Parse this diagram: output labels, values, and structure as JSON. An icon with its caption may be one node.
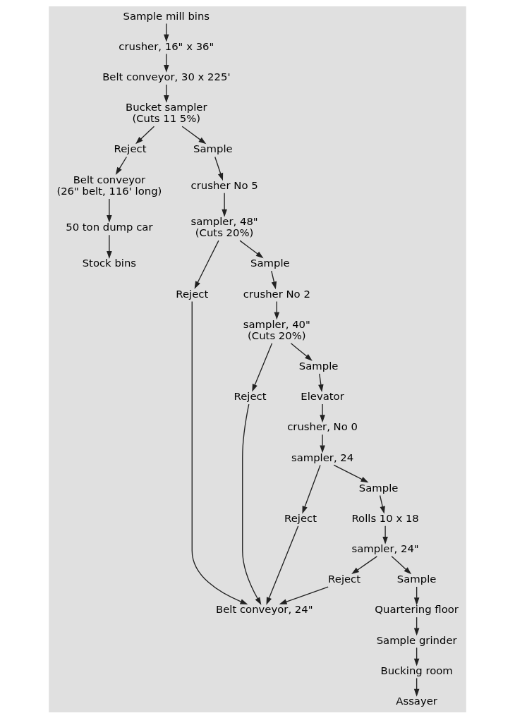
{
  "diagram": {
    "nodes": [
      {
        "text": [
          "Sample mill bins"
        ]
      },
      {
        "text": [
          "crusher, 16\" x 36\""
        ]
      },
      {
        "text": [
          "Belt conveyor, 30 x 225'"
        ]
      },
      {
        "text": [
          "Bucket sampler",
          "(Cuts 11 5%)"
        ]
      },
      {
        "text": [
          "Reject"
        ]
      },
      {
        "text": [
          "Sample"
        ]
      },
      {
        "text": [
          "Belt conveyor",
          "(26\" belt, 116' long)"
        ]
      },
      {
        "text": [
          "crusher No 5"
        ]
      },
      {
        "text": [
          "sampler, 48\"",
          "(Cuts 20%)"
        ]
      },
      {
        "text": [
          "Reject"
        ]
      },
      {
        "text": [
          "Sample"
        ]
      },
      {
        "text": [
          "crusher No 2"
        ]
      },
      {
        "text": [
          "sampler, 40\"",
          "(Cuts 20%)"
        ]
      },
      {
        "text": [
          "Reject"
        ]
      },
      {
        "text": [
          "Sample"
        ]
      },
      {
        "text": [
          "Elevator"
        ]
      },
      {
        "text": [
          "crusher, No 0"
        ]
      },
      {
        "text": [
          "sampler, 24"
        ]
      },
      {
        "text": [
          "Reject"
        ]
      },
      {
        "text": [
          "Sample"
        ]
      },
      {
        "text": [
          "Rolls 10 x 18"
        ]
      },
      {
        "text": [
          "sampler, 24\""
        ]
      },
      {
        "text": [
          "Reject"
        ]
      },
      {
        "text": [
          "Sample"
        ]
      },
      {
        "text": [
          "Quartering floor"
        ]
      },
      {
        "text": [
          "Sample grinder"
        ]
      },
      {
        "text": [
          "Bucking room"
        ]
      },
      {
        "text": [
          "Assayer"
        ]
      },
      {
        "text": [
          "Belt conveyor, 24\""
        ]
      },
      {
        "text": [
          "50 ton dump car"
        ]
      },
      {
        "text": [
          "Stock bins"
        ]
      }
    ],
    "edges": [
      {
        "from": 0,
        "to": 1,
        "arrow": "to"
      },
      {
        "from": 1,
        "to": 2,
        "arrow": "to"
      },
      {
        "from": 2,
        "to": 3,
        "arrow": "to"
      },
      {
        "from": 3,
        "to": 4,
        "arrow": "to"
      },
      {
        "from": 3,
        "to": 5,
        "arrow": "to"
      },
      {
        "from": 4,
        "to": 6,
        "arrow": "to"
      },
      {
        "from": 5,
        "to": 7,
        "arrow": "to"
      },
      {
        "from": 7,
        "to": 8,
        "arrow": "to"
      },
      {
        "from": 8,
        "to": 9,
        "arrow": "to"
      },
      {
        "from": 8,
        "to": 10,
        "arrow": "to"
      },
      {
        "from": 10,
        "to": 11,
        "arrow": "to"
      },
      {
        "from": 11,
        "to": 12,
        "arrow": "to"
      },
      {
        "from": 12,
        "to": 13,
        "arrow": "to"
      },
      {
        "from": 12,
        "to": 14,
        "arrow": "to"
      },
      {
        "from": 14,
        "to": 15,
        "arrow": "to"
      },
      {
        "from": 15,
        "to": 16,
        "arrow": "to"
      },
      {
        "from": 16,
        "to": 17,
        "arrow": "to"
      },
      {
        "from": 17,
        "to": 18,
        "arrow": "to"
      },
      {
        "from": 17,
        "to": 19,
        "arrow": "to"
      },
      {
        "from": 19,
        "to": 20,
        "arrow": "to"
      },
      {
        "from": 20,
        "to": 21,
        "arrow": "to"
      },
      {
        "from": 21,
        "to": 22,
        "arrow": "to"
      },
      {
        "from": 21,
        "to": 23,
        "arrow": "to"
      },
      {
        "from": 23,
        "to": 24,
        "arrow": "to"
      },
      {
        "from": 24,
        "to": 25,
        "arrow": "to"
      },
      {
        "from": 25,
        "to": 26,
        "arrow": "to"
      },
      {
        "from": 26,
        "to": 27,
        "arrow": "to"
      },
      {
        "from": 9,
        "to": 28,
        "arrow": "to"
      },
      {
        "from": 13,
        "to": 28,
        "arrow": "to"
      },
      {
        "from": 18,
        "to": 28,
        "arrow": "to"
      },
      {
        "from": 22,
        "to": 28,
        "arrow": "to"
      },
      {
        "from": 6,
        "to": 29,
        "arrow": "to"
      },
      {
        "from": 29,
        "to": 30,
        "arrow": "to"
      }
    ]
  }
}
